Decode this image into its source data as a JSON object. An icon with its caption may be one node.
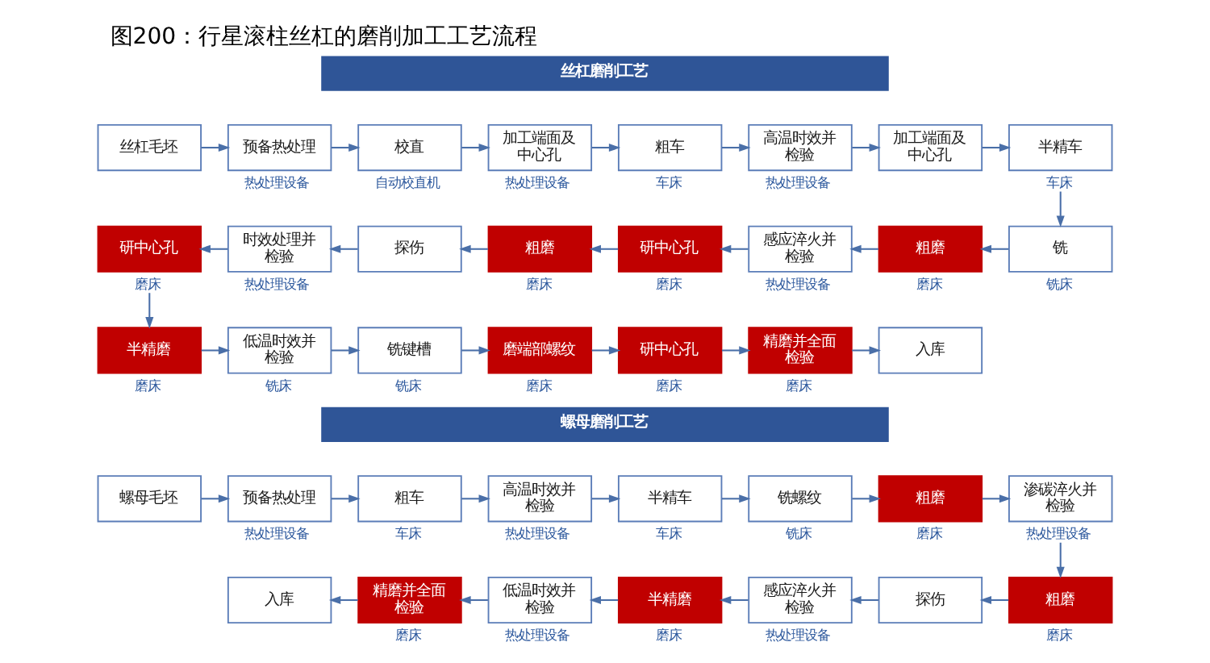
{
  "diagram": {
    "title": "图200：行星滚柱丝杠的磨削加工工艺流程",
    "nodes": [
      {
        "text": [
          "丝杠磨削工艺"
        ]
      },
      {
        "text": [
          "丝杠毛坯"
        ]
      },
      {
        "text": [
          "预备热处理"
        ],
        "beside": [
          "热处理设备"
        ]
      },
      {
        "text": [
          "校直"
        ],
        "beside": [
          "自动校直机"
        ]
      },
      {
        "text": [
          "加工端面及中心孔"
        ],
        "beside": [
          "热处理设备"
        ]
      },
      {
        "text": [
          "粗车"
        ],
        "beside": [
          "车床"
        ]
      },
      {
        "text": [
          "高温时效并检验"
        ],
        "beside": [
          "热处理设备"
        ]
      },
      {
        "text": [
          "加工端面及中心孔"
        ]
      },
      {
        "text": [
          "半精车"
        ],
        "beside": [
          "车床"
        ]
      },
      {
        "text": [
          "铣"
        ],
        "beside": [
          "铣床"
        ]
      },
      {
        "text": [
          "粗磨"
        ],
        "beside": [
          "磨床"
        ]
      },
      {
        "text": [
          "感应淬火并检验"
        ],
        "beside": [
          "热处理设备"
        ]
      },
      {
        "text": [
          "研中心孔"
        ],
        "beside": [
          "磨床"
        ]
      },
      {
        "text": [
          "粗磨"
        ],
        "beside": [
          "磨床"
        ]
      },
      {
        "text": [
          "探伤"
        ]
      },
      {
        "text": [
          "时效处理并检验"
        ],
        "beside": [
          "热处理设备"
        ]
      },
      {
        "text": [
          "研中心孔"
        ],
        "beside": [
          "磨床"
        ]
      },
      {
        "text": [
          "半精磨"
        ],
        "beside": [
          "磨床"
        ]
      },
      {
        "text": [
          "低温时效并检验"
        ],
        "beside": [
          "铣床"
        ]
      },
      {
        "text": [
          "铣键槽"
        ],
        "beside": [
          "铣床"
        ]
      },
      {
        "text": [
          "磨端部螺纹"
        ],
        "beside": [
          "磨床"
        ]
      },
      {
        "text": [
          "研中心孔"
        ],
        "beside": [
          "磨床"
        ]
      },
      {
        "text": [
          "精磨并全面检验"
        ],
        "beside": [
          "磨床"
        ]
      },
      {
        "text": [
          "入库"
        ]
      },
      {
        "text": [
          "螺母磨削工艺"
        ]
      },
      {
        "text": [
          "螺母毛坯"
        ]
      },
      {
        "text": [
          "预备热处理"
        ],
        "beside": [
          "热处理设备"
        ]
      },
      {
        "text": [
          "粗车"
        ],
        "beside": [
          "车床"
        ]
      },
      {
        "text": [
          "高温时效并检验"
        ],
        "beside": [
          "热处理设备"
        ]
      },
      {
        "text": [
          "半精车"
        ],
        "beside": [
          "车床"
        ]
      },
      {
        "text": [
          "铣螺纹"
        ],
        "beside": [
          "铣床"
        ]
      },
      {
        "text": [
          "粗磨"
        ],
        "beside": [
          "磨床"
        ]
      },
      {
        "text": [
          "渗碳淬火并检验"
        ],
        "beside": [
          "热处理设备"
        ]
      },
      {
        "text": [
          "粗磨"
        ],
        "beside": [
          "磨床"
        ]
      },
      {
        "text": [
          "探伤"
        ]
      },
      {
        "text": [
          "感应淬火并检验"
        ],
        "beside": [
          "热处理设备"
        ]
      },
      {
        "text": [
          "半精磨"
        ],
        "beside": [
          "磨床"
        ]
      },
      {
        "text": [
          "低温时效并检验"
        ],
        "beside": [
          "热处理设备"
        ]
      },
      {
        "text": [
          "精磨并全面检验"
        ],
        "beside": [
          "磨床"
        ]
      },
      {
        "text": [
          "入库"
        ]
      }
    ],
    "edges": [
      {
        "from": 1,
        "to": 2,
        "arrow": "to"
      },
      {
        "from": 2,
        "to": 3,
        "arrow": "to"
      },
      {
        "from": 3,
        "to": 4,
        "arrow": "to"
      },
      {
        "from": 4,
        "to": 5,
        "arrow": "to"
      },
      {
        "from": 5,
        "to": 6,
        "arrow": "to"
      },
      {
        "from": 6,
        "to": 7,
        "arrow": "to"
      },
      {
        "from": 7,
        "to": 8,
        "arrow": "to"
      },
      {
        "from": 8,
        "to": 9,
        "arrow": "to"
      },
      {
        "from": 9,
        "to": 10,
        "arrow": "to"
      },
      {
        "from": 10,
        "to": 11,
        "arrow": "to"
      },
      {
        "from": 11,
        "to": 12,
        "arrow": "to"
      },
      {
        "from": 12,
        "to": 13,
        "arrow": "to"
      },
      {
        "from": 13,
        "to": 14,
        "arrow": "to"
      },
      {
        "from": 14,
        "to": 15,
        "arrow": "to"
      },
      {
        "from": 15,
        "to": 16,
        "arrow": "to"
      },
      {
        "from": 16,
        "to": 17,
        "arrow": "to"
      },
      {
        "from": 17,
        "to": 18,
        "arrow": "to"
      },
      {
        "from": 18,
        "to": 19,
        "arrow": "to"
      },
      {
        "from": 19,
        "to": 20,
        "arrow": "to"
      },
      {
        "from": 20,
        "to": 21,
        "arrow": "to"
      },
      {
        "from": 21,
        "to": 22,
        "arrow": "to"
      },
      {
        "from": 22,
        "to": 23,
        "arrow": "to"
      },
      {
        "from": 25,
        "to": 26,
        "arrow": "to"
      },
      {
        "from": 26,
        "to": 27,
        "arrow": "to"
      },
      {
        "from": 27,
        "to": 28,
        "arrow": "to"
      },
      {
        "from": 28,
        "to": 29,
        "arrow": "to"
      },
      {
        "from": 29,
        "to": 30,
        "arrow": "to"
      },
      {
        "from": 30,
        "to": 31,
        "arrow": "to"
      },
      {
        "from": 31,
        "to": 32,
        "arrow": "to"
      },
      {
        "from": 32,
        "to": 33,
        "arrow": "to"
      },
      {
        "from": 33,
        "to": 34,
        "arrow": "to"
      },
      {
        "from": 34,
        "to": 35,
        "arrow": "to"
      },
      {
        "from": 35,
        "to": 36,
        "arrow": "to"
      },
      {
        "from": 36,
        "to": 37,
        "arrow": "to"
      },
      {
        "from": 37,
        "to": 38,
        "arrow": "to"
      },
      {
        "from": 38,
        "to": 39,
        "arrow": "to"
      }
    ]
  }
}
